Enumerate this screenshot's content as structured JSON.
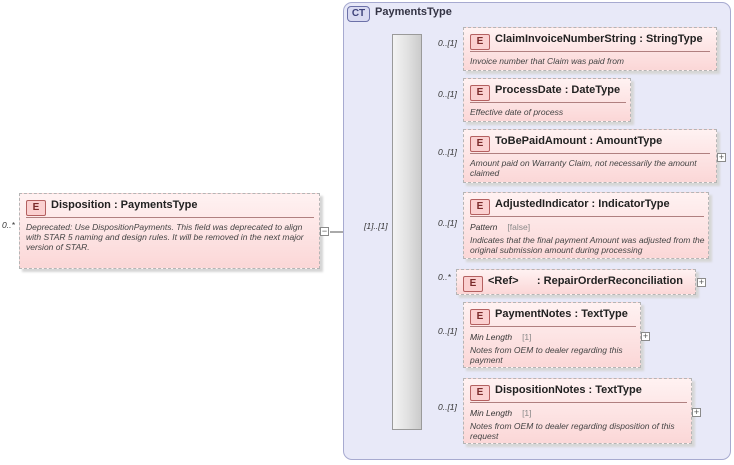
{
  "complex_type": {
    "badge": "CT",
    "name": "PaymentsType"
  },
  "root": {
    "badge": "E",
    "label": "Disposition : PaymentsType",
    "cardinality": "0..*",
    "doc": "Deprecated: Use DispositionPayments.  This field was deprecated to align with STAR 5 naming and design rules.  It will be removed in the next major version of STAR.",
    "sequence_cardinality": "[1]..[1]"
  },
  "children": [
    {
      "badge": "E",
      "label": "ClaimInvoiceNumberString : StringType",
      "cardinality": "0..[1]",
      "doc": "Invoice number that Claim was paid from"
    },
    {
      "badge": "E",
      "label": "ProcessDate : DateType",
      "cardinality": "0..[1]",
      "doc": "Effective date of process"
    },
    {
      "badge": "E",
      "label": "ToBePaidAmount : AmountType",
      "cardinality": "0..[1]",
      "doc": "Amount paid on Warranty Claim, not necessarily the amount claimed"
    },
    {
      "badge": "E",
      "label": "AdjustedIndicator : IndicatorType",
      "cardinality": "0..[1]",
      "facet_name": "Pattern",
      "facet_value": "[false]",
      "doc": "Indicates that the final payment Amount was adjusted from the original submission amount during processing"
    },
    {
      "badge": "E",
      "label": "<Ref>      : RepairOrderReconciliation",
      "cardinality": "0..*"
    },
    {
      "badge": "E",
      "label": "PaymentNotes : TextType",
      "cardinality": "0..[1]",
      "facet_name": "Min Length",
      "facet_value": "[1]",
      "doc": "Notes from OEM to dealer regarding this payment"
    },
    {
      "badge": "E",
      "label": "DispositionNotes : TextType",
      "cardinality": "0..[1]",
      "facet_name": "Min Length",
      "facet_value": "[1]",
      "doc": "Notes from OEM to dealer regarding disposition of this request"
    }
  ]
}
